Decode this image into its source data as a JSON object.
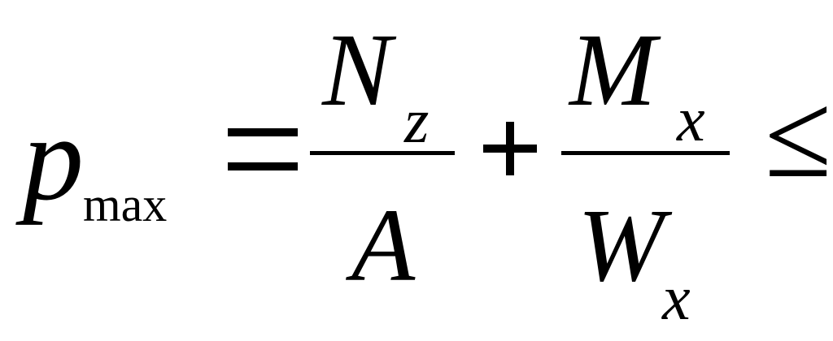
{
  "formula": {
    "lhs": {
      "variable": "p",
      "subscript": "max"
    },
    "equals": "=",
    "term1": {
      "numerator": "N",
      "numerator_subscript": "z",
      "denominator": "A"
    },
    "plus": "+",
    "term2": {
      "numerator": "M",
      "numerator_subscript": "x",
      "denominator": "W",
      "denominator_subscript": "x"
    },
    "relation": "≤"
  }
}
